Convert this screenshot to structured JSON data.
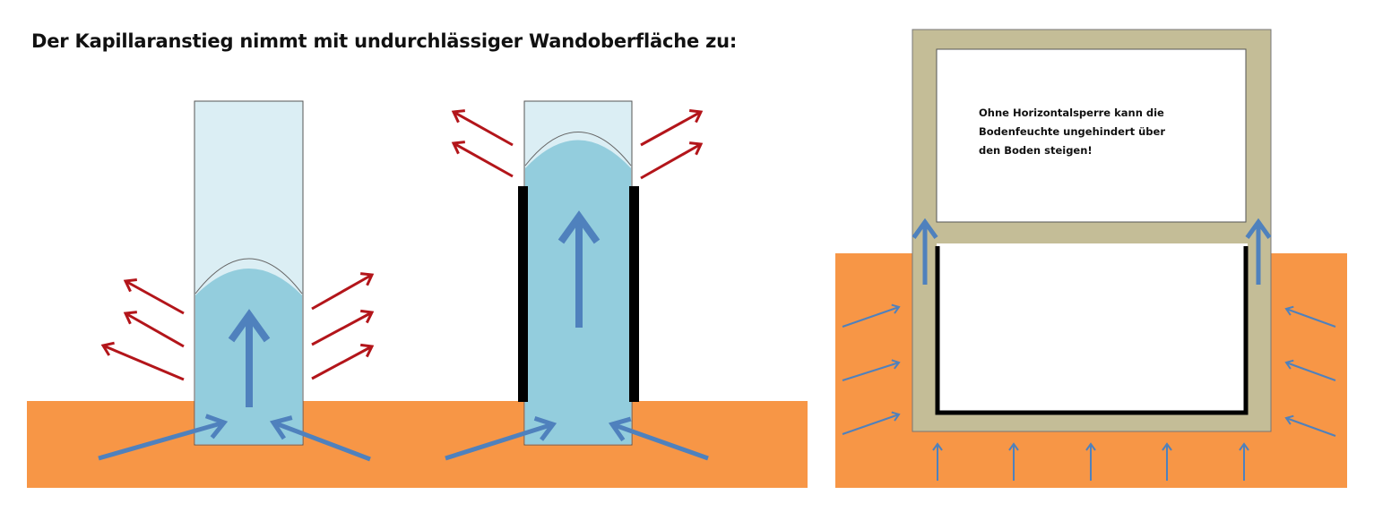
{
  "title": "Der Kapillaranstieg nimmt mit undurchlässiger Wandoberfläche zu:",
  "note_lines": [
    "Ohne Horizontalsperre kann die",
    "Bodenfeuchte ungehindert über",
    "den Boden steigen!"
  ],
  "colors": {
    "soil": "#f79646",
    "column_empty": "#dbeef4",
    "water": "#93cddd",
    "moisture_arrow": "#4f81bd",
    "evaporation_arrow": "#b3151a",
    "wall": "#c4bd97",
    "barrier": "#000000"
  }
}
